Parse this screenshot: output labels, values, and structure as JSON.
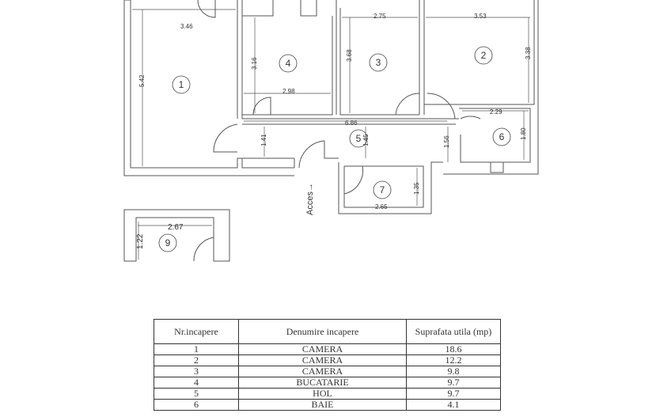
{
  "floor_plan": {
    "rooms": [
      {
        "id": "1",
        "label": "1",
        "dims": [
          "3.46",
          "5.42"
        ]
      },
      {
        "id": "2",
        "label": "2",
        "dims": [
          "3.53",
          "3.38"
        ]
      },
      {
        "id": "3",
        "label": "3",
        "dims": [
          "2.75",
          "3.68"
        ]
      },
      {
        "id": "4",
        "label": "4",
        "dims": [
          "2.98",
          "3.16"
        ]
      },
      {
        "id": "5",
        "label": "5",
        "dims": [
          "6.86",
          "1.41",
          "1.45",
          "1.56"
        ]
      },
      {
        "id": "6",
        "label": "6",
        "dims": [
          "2.29",
          "1.80"
        ]
      },
      {
        "id": "7",
        "label": "7",
        "dims": [
          "2.65",
          "1.35"
        ]
      },
      {
        "id": "9",
        "label": "9",
        "dims": [
          "2.67",
          "1.22"
        ]
      }
    ],
    "access_label": "Acces"
  },
  "table": {
    "headers": [
      "Nr.incapere",
      "Denumire incapere",
      "Suprafata utila (mp)"
    ],
    "rows": [
      [
        "1",
        "CAMERA",
        "18.6"
      ],
      [
        "2",
        "CAMERA",
        "12.2"
      ],
      [
        "3",
        "CAMERA",
        "9.8"
      ],
      [
        "4",
        "BUCATARIE",
        "9.7"
      ],
      [
        "5",
        "HOL",
        "9.7"
      ],
      [
        "6",
        "BAIE",
        "4.1"
      ]
    ]
  }
}
